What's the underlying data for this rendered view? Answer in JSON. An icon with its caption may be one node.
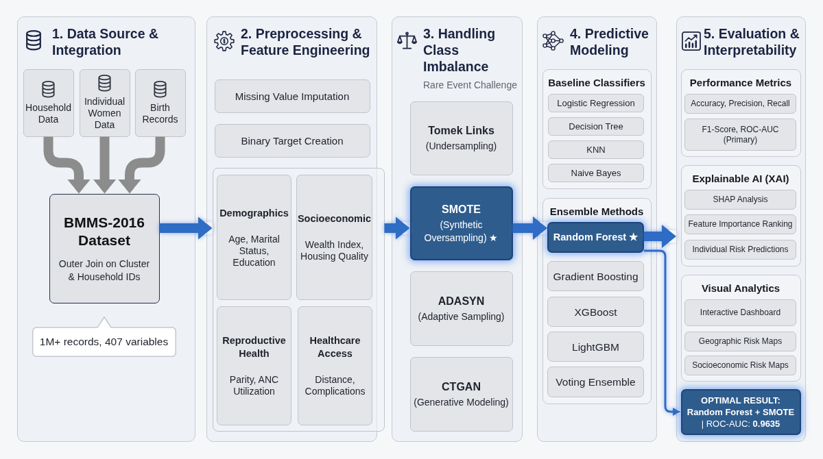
{
  "diagram": {
    "nodes": [
      {
        "text": [
          "1. Data Source & Integration"
        ]
      },
      {
        "text": [
          "Household Data"
        ],
        "in": 0
      },
      {
        "text": [
          "Individual Women Data"
        ],
        "in": 0
      },
      {
        "text": [
          "Birth Records"
        ],
        "in": 0
      },
      {
        "text": [
          "BMMS-2016 Dataset",
          "Outer Join on Cluster & Household IDs"
        ],
        "in": 0
      },
      {
        "text": [
          "1M+ records, 407 variables"
        ],
        "in": 0
      },
      {
        "text": [
          "2. Preprocessing & Feature Engineering"
        ]
      },
      {
        "text": [
          "Missing Value Imputation"
        ],
        "in": 6
      },
      {
        "text": [
          "Binary Target Creation"
        ],
        "in": 6
      },
      {
        "text": [],
        "shape": "box",
        "in": 6
      },
      {
        "text": [
          "Demographics",
          "Age, Marital Status, Education"
        ],
        "in": 9
      },
      {
        "text": [
          "Socioeconomic",
          "Wealth Index, Housing Quality"
        ],
        "in": 9
      },
      {
        "text": [
          "Reproductive Health",
          "Parity, ANC Utilization"
        ],
        "in": 9
      },
      {
        "text": [
          "Healthcare Access",
          "Distance, Complications"
        ],
        "in": 9
      },
      {
        "text": [
          "3. Handling Class Imbalance",
          "Rare Event Challenge"
        ]
      },
      {
        "text": [
          "Tomek Links",
          "(Undersampling)"
        ],
        "in": 14
      },
      {
        "text": [
          "SMOTE",
          "(Synthetic Oversampling) ★"
        ],
        "in": 14
      },
      {
        "text": [
          "ADASYN",
          "(Adaptive Sampling)"
        ],
        "in": 14
      },
      {
        "text": [
          "CTGAN",
          "(Generative Modeling)"
        ],
        "in": 14
      },
      {
        "text": [
          "4. Predictive Modeling"
        ]
      },
      {
        "text": [
          "Baseline Classifiers"
        ],
        "in": 19
      },
      {
        "text": [
          "Logistic Regression"
        ],
        "in": 20
      },
      {
        "text": [
          "Decision Tree"
        ],
        "in": 20
      },
      {
        "text": [
          "KNN"
        ],
        "in": 20
      },
      {
        "text": [
          "Naive Bayes"
        ],
        "in": 20
      },
      {
        "text": [
          "Ensemble Methods"
        ],
        "in": 19
      },
      {
        "text": [
          "Random Forest ★"
        ],
        "in": 25
      },
      {
        "text": [
          "Gradient Boosting"
        ],
        "in": 25
      },
      {
        "text": [
          "XGBoost"
        ],
        "in": 25
      },
      {
        "text": [
          "LightGBM"
        ],
        "in": 25
      },
      {
        "text": [
          "Voting Ensemble"
        ],
        "in": 25
      },
      {
        "text": [
          "5. Evaluation & Interpretability"
        ]
      },
      {
        "text": [
          "Performance Metrics"
        ],
        "in": 31
      },
      {
        "text": [
          "Accuracy, Precision, Recall"
        ],
        "in": 32
      },
      {
        "text": [
          "F1-Score, ROC-AUC (Primary)"
        ],
        "in": 32
      },
      {
        "text": [
          "Explainable AI (XAI)"
        ],
        "in": 31
      },
      {
        "text": [
          "SHAP Analysis"
        ],
        "in": 35
      },
      {
        "text": [
          "Feature Importance Ranking"
        ],
        "in": 35
      },
      {
        "text": [
          "Individual Risk Predictions"
        ],
        "in": 35
      },
      {
        "text": [
          "Visual Analytics"
        ],
        "in": 31
      },
      {
        "text": [
          "Interactive Dashboard"
        ],
        "in": 39
      },
      {
        "text": [
          "Geographic Risk Maps"
        ],
        "in": 39
      },
      {
        "text": [
          "Socioeconomic Risk Maps"
        ],
        "in": 39
      },
      {
        "text": [
          "OPTIMAL RESULT: Random Forest + SMOTE",
          "| ROC-AUC: **0.9635**"
        ],
        "in": 31
      }
    ],
    "edges": [
      {
        "from": 1,
        "to": 4,
        "arrow": "to",
        "color": "#8c8c8c"
      },
      {
        "from": 2,
        "to": 4,
        "arrow": "to",
        "color": "#8c8c8c"
      },
      {
        "from": 3,
        "to": 4,
        "arrow": "to",
        "color": "#8c8c8c"
      },
      {
        "from": 4,
        "to": 9,
        "arrow": "to"
      },
      {
        "from": 9,
        "to": 16,
        "arrow": "to"
      },
      {
        "from": 16,
        "to": 26,
        "arrow": "to"
      },
      {
        "from": 26,
        "to": 31,
        "arrow": "to"
      },
      {
        "from": 26,
        "to": 43,
        "arrow": "to"
      }
    ]
  }
}
